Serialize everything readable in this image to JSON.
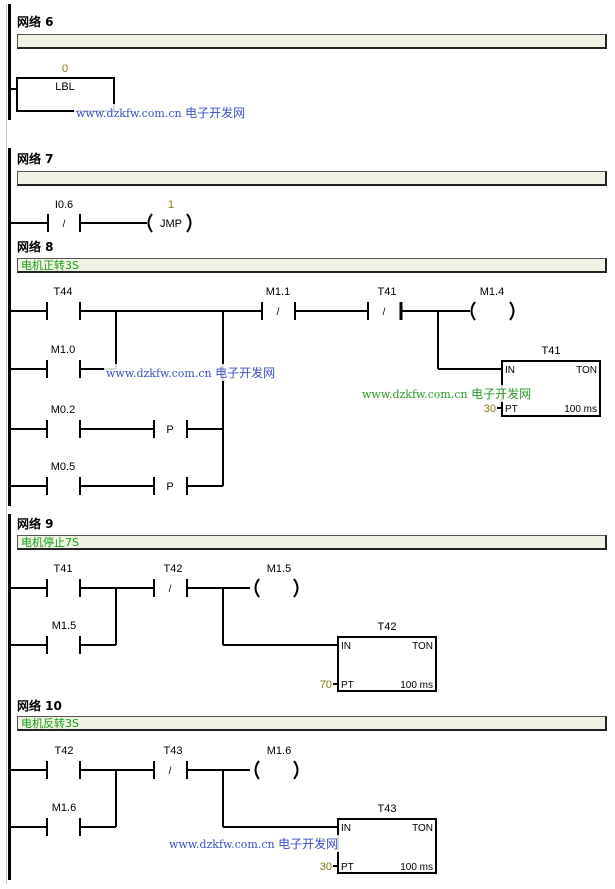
{
  "networks": [
    {
      "id": "net6",
      "title": "网络 6",
      "comment": "",
      "elements": {
        "lbl_param": "0",
        "lbl_label": "LBL"
      }
    },
    {
      "id": "net7",
      "title": "网络 7",
      "comment": "",
      "elements": {
        "contact": {
          "address": "I0.6",
          "type": "normally-closed",
          "symbol": "/"
        },
        "jmp_param": "1",
        "jmp_label": "JMP"
      }
    },
    {
      "id": "net8",
      "title": "网络 8",
      "comment": "电机正转3S",
      "elements": {
        "c1": {
          "address": "T44",
          "type": "normally-open"
        },
        "c2": {
          "address": "M1.0",
          "type": "normally-open"
        },
        "c3": {
          "address": "M0.2",
          "type": "normally-open"
        },
        "c3p": {
          "label": "P",
          "type": "positive-edge"
        },
        "c4": {
          "address": "M0.5",
          "type": "normally-open"
        },
        "c4p": {
          "label": "P",
          "type": "positive-edge"
        },
        "c5": {
          "address": "M1.1",
          "type": "normally-closed",
          "symbol": "/"
        },
        "c6": {
          "address": "T41",
          "type": "normally-closed",
          "symbol": "/"
        },
        "coil": {
          "address": "M1.4"
        },
        "timer": {
          "name": "T41",
          "type": "TON",
          "in": "IN",
          "pt": "PT",
          "pt_value": "30",
          "base": "100 ms"
        }
      }
    },
    {
      "id": "net9",
      "title": "网络 9",
      "comment": "电机停止7S",
      "elements": {
        "c1": {
          "address": "T41",
          "type": "normally-open"
        },
        "c2": {
          "address": "M1.5",
          "type": "normally-open"
        },
        "c3": {
          "address": "T42",
          "type": "normally-closed",
          "symbol": "/"
        },
        "coil": {
          "address": "M1.5"
        },
        "timer": {
          "name": "T42",
          "type": "TON",
          "in": "IN",
          "pt": "PT",
          "pt_value": "70",
          "base": "100 ms"
        }
      }
    },
    {
      "id": "net10",
      "title": "网络 10",
      "comment": "电机反转3S",
      "elements": {
        "c1": {
          "address": "T42",
          "type": "normally-open"
        },
        "c2": {
          "address": "M1.6",
          "type": "normally-open"
        },
        "c3": {
          "address": "T43",
          "type": "normally-closed",
          "symbol": "/"
        },
        "coil": {
          "address": "M1.6"
        },
        "timer": {
          "name": "T43",
          "type": "TON",
          "in": "IN",
          "pt": "PT",
          "pt_value": "30",
          "base": "100 ms"
        }
      }
    }
  ],
  "watermark": {
    "url": "www.dzkfw.com.cn",
    "site": "电子开发网"
  },
  "colors": {
    "comment_text": "#16a016",
    "param_text": "#8a7a10",
    "comment_bg": "#f1f1e4"
  }
}
